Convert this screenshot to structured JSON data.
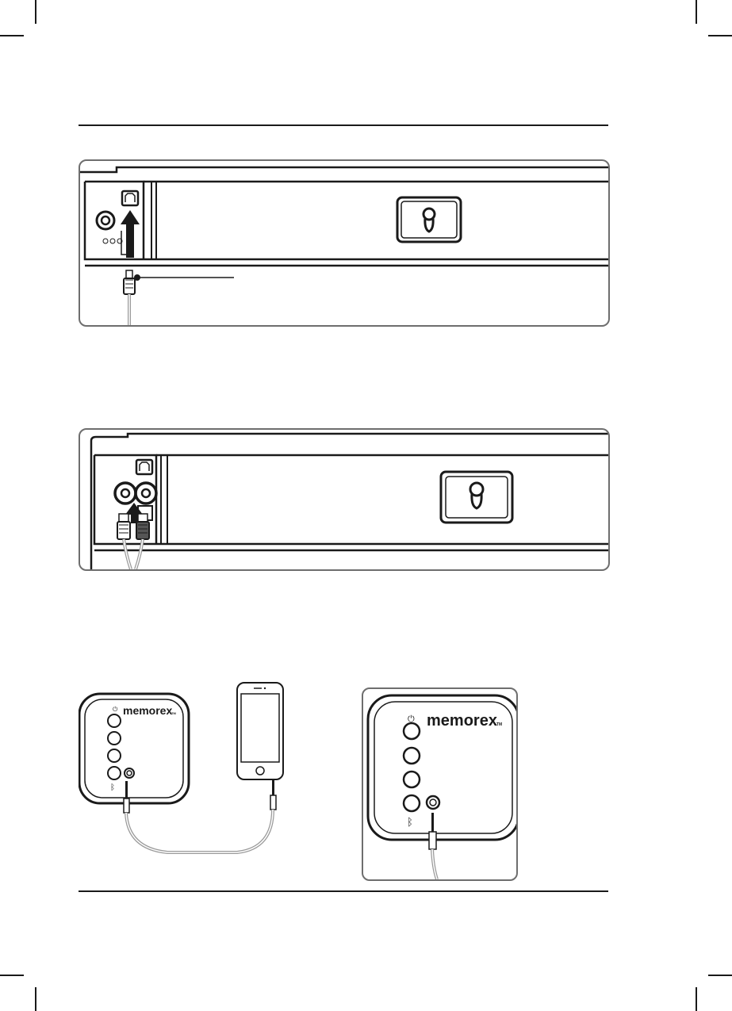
{
  "page": {
    "title": "Memorex soundbar connection diagrams",
    "top_rule": true,
    "bottom_rule": true
  },
  "figures": [
    {
      "name": "optical-connection",
      "description_hidden": true,
      "ports": [
        "optical",
        "coaxial"
      ],
      "arrow": "up"
    },
    {
      "name": "rca-connection",
      "ports": [
        "optical",
        "rca-left",
        "rca-right"
      ],
      "arrow": "up"
    },
    {
      "name": "aux-phone-connection",
      "brand": "memorex",
      "brand_tm": "TM"
    },
    {
      "name": "aux-remote-closeup",
      "brand": "memorex",
      "brand_tm": "TM"
    }
  ],
  "colors": {
    "ink": "#1a1a1a",
    "panel_border": "#6e6e6e",
    "cable_grey": "#9a9a9a"
  }
}
